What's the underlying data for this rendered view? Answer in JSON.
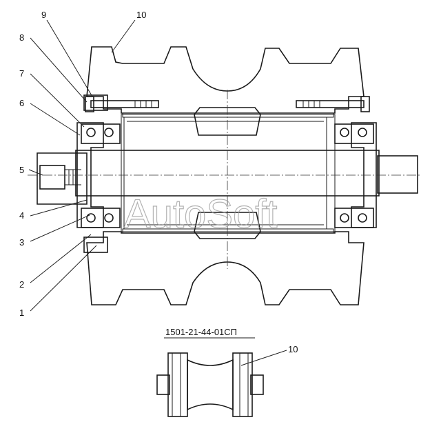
{
  "callouts": [
    "1",
    "2",
    "3",
    "4",
    "5",
    "6",
    "7",
    "8",
    "9",
    "10"
  ],
  "caption": "1501-21-44-01СП",
  "inset_callout": "10",
  "watermark": "AutoSoft"
}
